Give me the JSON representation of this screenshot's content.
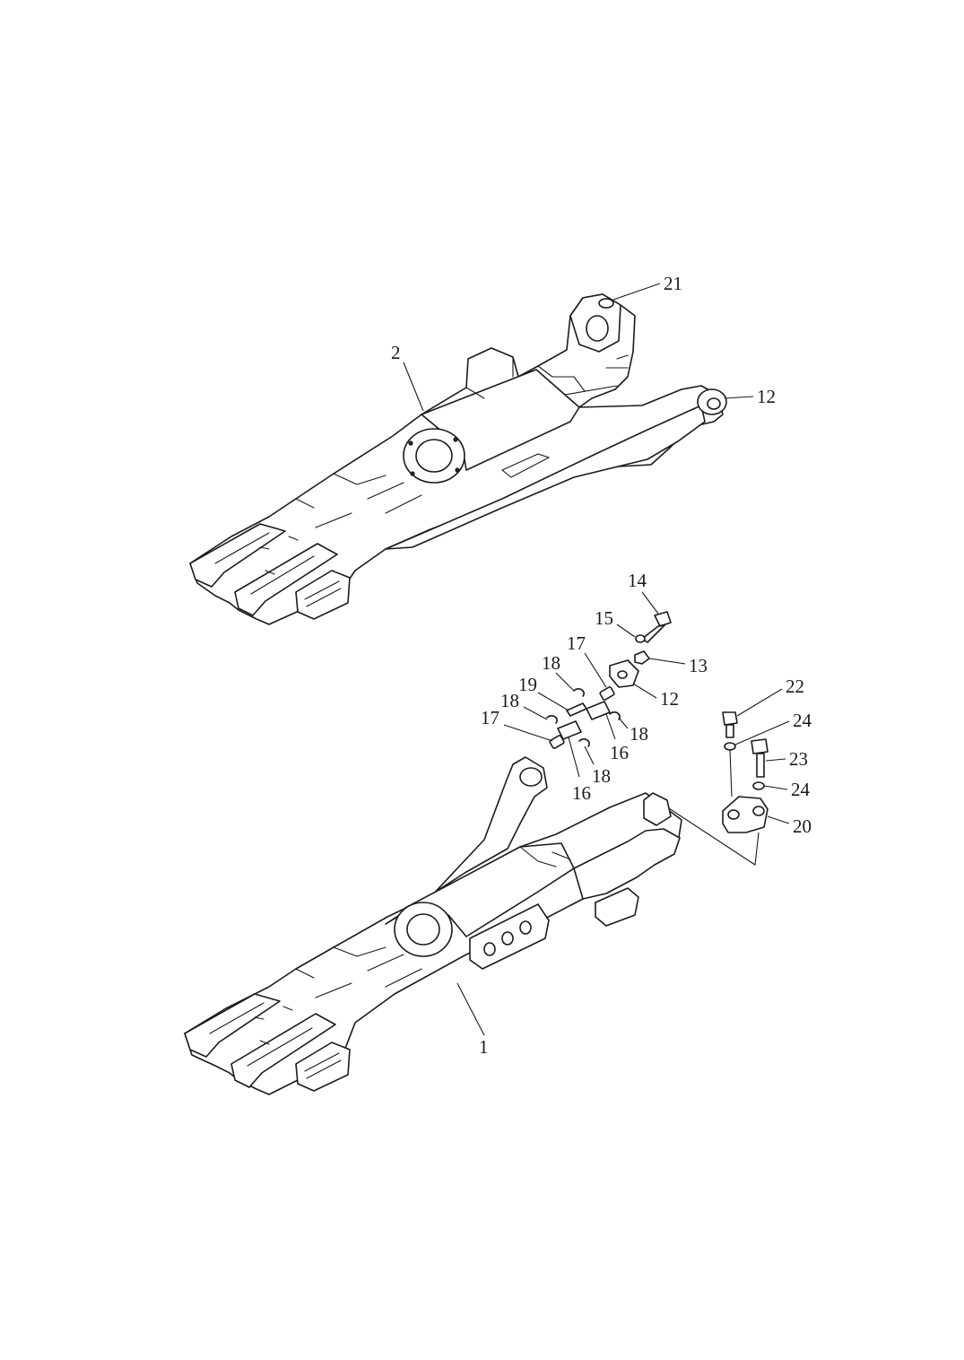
{
  "callouts": {
    "c21": "21",
    "c2": "2",
    "c12_top": "12",
    "c14": "14",
    "c15": "15",
    "c17_a": "17",
    "c13": "13",
    "c18_a": "18",
    "c19": "19",
    "c12_small": "12",
    "c18_b": "18",
    "c18_c": "18",
    "c17_b": "17",
    "c16_a": "16",
    "c16_b": "16",
    "c18_d": "18",
    "c22": "22",
    "c24_a": "24",
    "c23": "23",
    "c24_b": "24",
    "c20": "20",
    "c1": "1"
  }
}
